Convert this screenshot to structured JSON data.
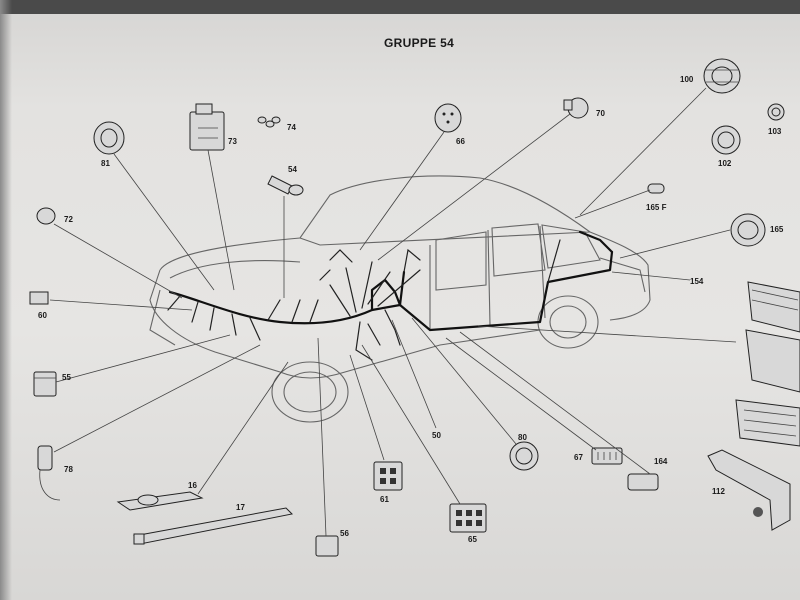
{
  "title": "GRUPPE 54",
  "labels": {
    "l100": "100",
    "l103": "103",
    "l102": "102",
    "l165": "165",
    "l165f": "165 F",
    "l154": "154",
    "l70": "70",
    "l66": "66",
    "l73": "73",
    "l74": "74",
    "l81": "81",
    "l54": "54",
    "l72": "72",
    "l60": "60",
    "l55": "55",
    "l78": "78",
    "l16": "16",
    "l17": "17",
    "l56": "56",
    "l61": "61",
    "l65": "65",
    "l50": "50",
    "l80": "80",
    "l67": "67",
    "l164": "164",
    "l112": "112"
  }
}
